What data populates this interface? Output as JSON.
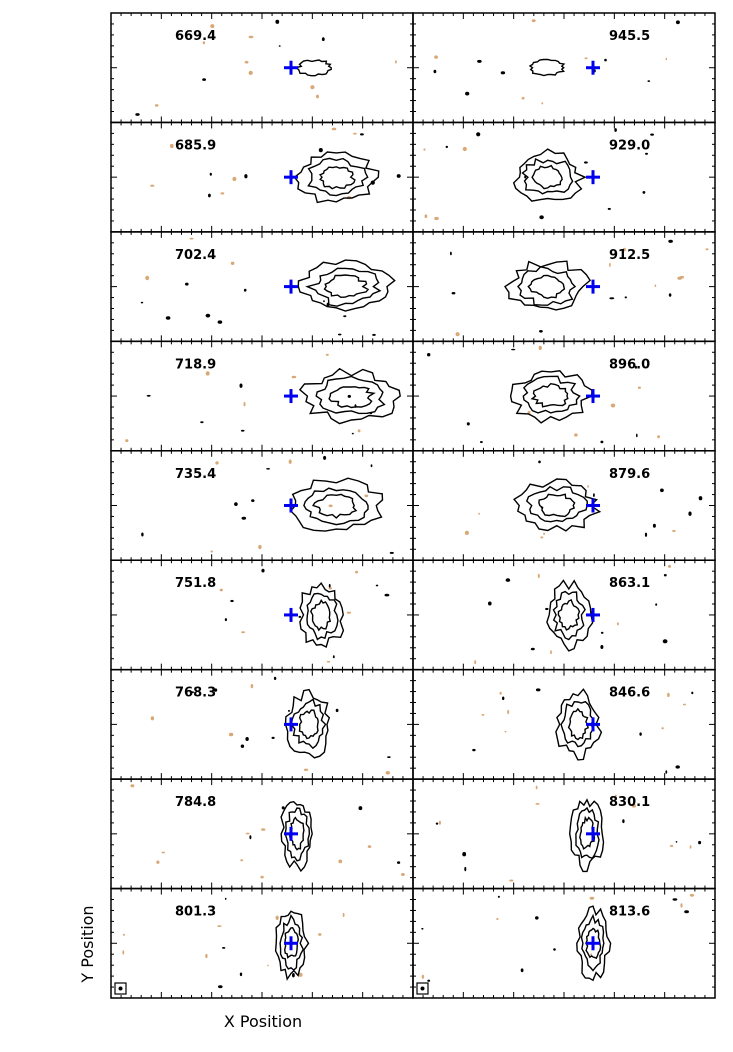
{
  "figure": {
    "xlabel": "X Position",
    "ylabel": "Y Position"
  },
  "colors": {
    "contour": "#000000",
    "negative_contour": "#d9a877",
    "center_marker": "#0000ee",
    "frame": "#000000"
  },
  "chart_data": {
    "type": "channel-map",
    "xlabel": "X Position",
    "ylabel": "Y Position",
    "columns": 2,
    "rows": 9,
    "beam_marker": "dot-in-square (bottom-left of bottom panels)",
    "center_marker": "plus (blue)",
    "channels": [
      {
        "label": "669.4",
        "col": 0,
        "row": 0,
        "emission_offset": 0.08,
        "extent": 0.12,
        "shape": "small"
      },
      {
        "label": "685.9",
        "col": 0,
        "row": 1,
        "emission_offset": 0.15,
        "extent": 0.25,
        "shape": "elongated-east"
      },
      {
        "label": "702.4",
        "col": 0,
        "row": 2,
        "emission_offset": 0.18,
        "extent": 0.3,
        "shape": "elongated-east"
      },
      {
        "label": "718.9",
        "col": 0,
        "row": 3,
        "emission_offset": 0.2,
        "extent": 0.3,
        "shape": "fan-east"
      },
      {
        "label": "735.4",
        "col": 0,
        "row": 4,
        "emission_offset": 0.15,
        "extent": 0.3,
        "shape": "fan-east"
      },
      {
        "label": "751.8",
        "col": 0,
        "row": 5,
        "emission_offset": 0.1,
        "extent": 0.25,
        "shape": "crescent"
      },
      {
        "label": "768.3",
        "col": 0,
        "row": 6,
        "emission_offset": 0.06,
        "extent": 0.2,
        "shape": "crescent-vertical"
      },
      {
        "label": "784.8",
        "col": 0,
        "row": 7,
        "emission_offset": 0.02,
        "extent": 0.2,
        "shape": "vertical"
      },
      {
        "label": "801.3",
        "col": 0,
        "row": 8,
        "emission_offset": 0.0,
        "extent": 0.2,
        "shape": "vertical"
      },
      {
        "label": "945.5",
        "col": 1,
        "row": 0,
        "emission_offset": -0.15,
        "extent": 0.12,
        "shape": "small"
      },
      {
        "label": "929.0",
        "col": 1,
        "row": 1,
        "emission_offset": -0.15,
        "extent": 0.22,
        "shape": "elongated-west"
      },
      {
        "label": "912.5",
        "col": 1,
        "row": 2,
        "emission_offset": -0.15,
        "extent": 0.25,
        "shape": "elongated-west"
      },
      {
        "label": "896.0",
        "col": 1,
        "row": 3,
        "emission_offset": -0.14,
        "extent": 0.25,
        "shape": "fan-west"
      },
      {
        "label": "879.6",
        "col": 1,
        "row": 4,
        "emission_offset": -0.12,
        "extent": 0.25,
        "shape": "fan-west"
      },
      {
        "label": "863.1",
        "col": 1,
        "row": 5,
        "emission_offset": -0.08,
        "extent": 0.22,
        "shape": "crescent"
      },
      {
        "label": "846.6",
        "col": 1,
        "row": 6,
        "emission_offset": -0.05,
        "extent": 0.22,
        "shape": "crescent-vertical"
      },
      {
        "label": "830.1",
        "col": 1,
        "row": 7,
        "emission_offset": -0.02,
        "extent": 0.2,
        "shape": "vertical"
      },
      {
        "label": "813.6",
        "col": 1,
        "row": 8,
        "emission_offset": 0.0,
        "extent": 0.2,
        "shape": "vertical"
      }
    ]
  }
}
